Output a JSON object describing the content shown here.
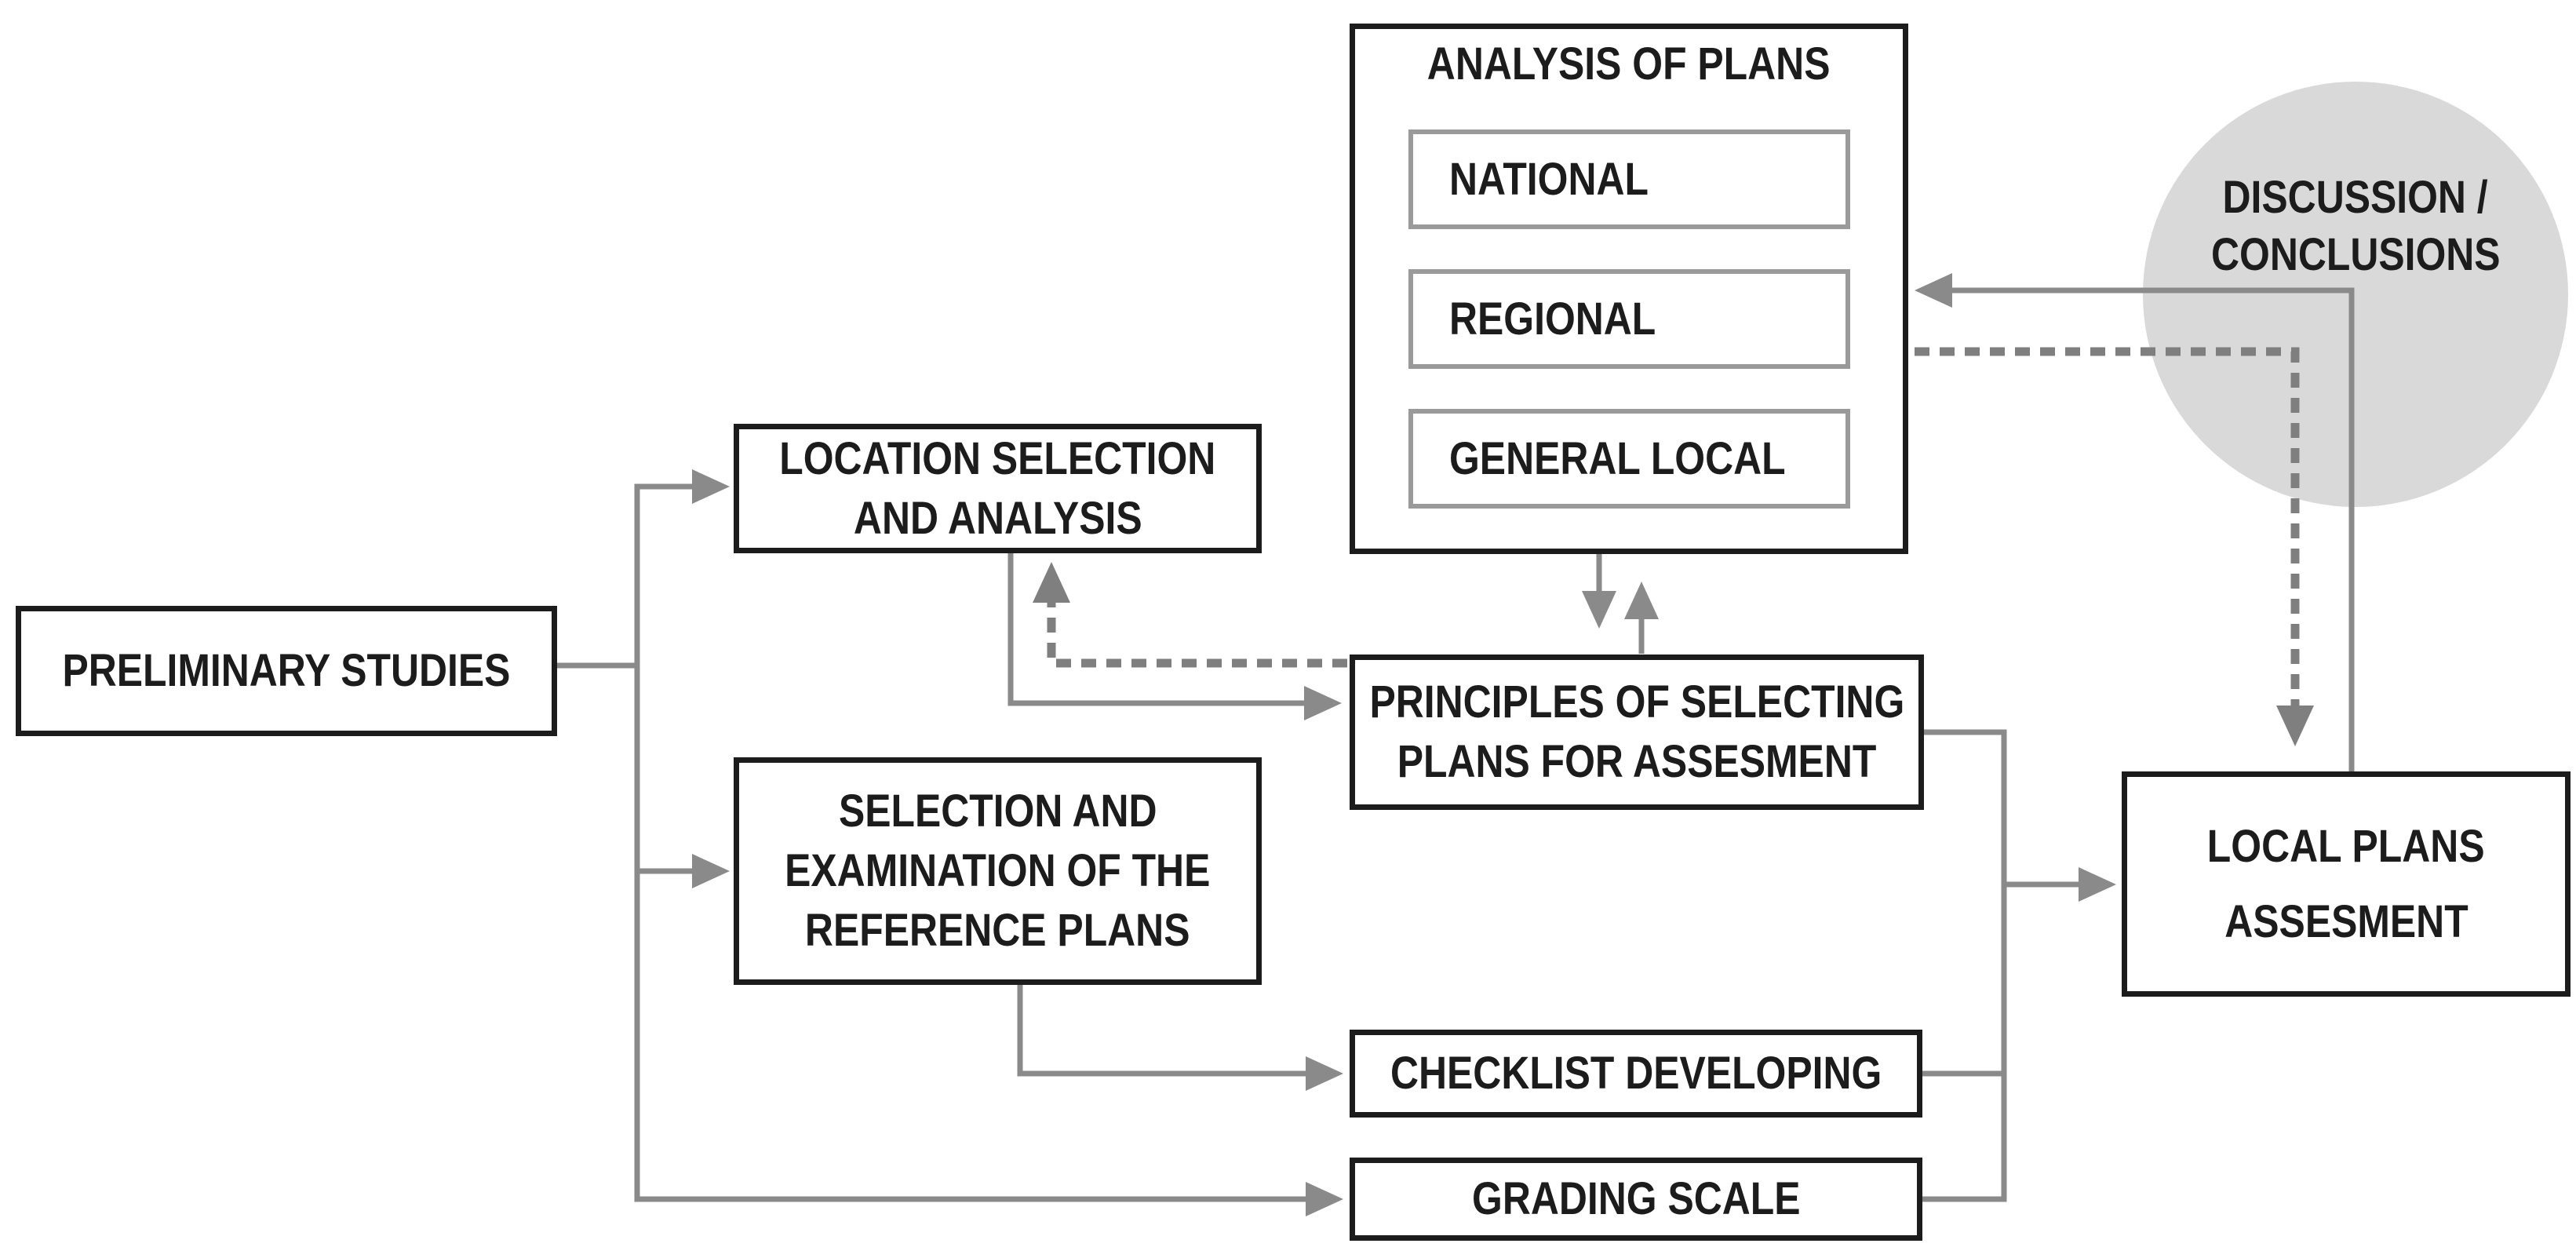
{
  "diagram": {
    "background": "#ffffff",
    "colors": {
      "box_border": "#1c1c1c",
      "text": "#1c1c1c",
      "solid_connector": "#8a8a8a",
      "dashed_connector": "#7f7f7f",
      "subbox_border": "#9a9a9a",
      "circle_fill": "#d9d9d9"
    },
    "nodes": {
      "preliminary_studies": {
        "label": "PRELIMINARY STUDIES"
      },
      "location_selection": {
        "line1": "LOCATION SELECTION",
        "line2": "AND ANALYSIS"
      },
      "selection_examination": {
        "line1": "SELECTION AND",
        "line2": "EXAMINATION OF THE",
        "line3": "REFERENCE PLANS"
      },
      "analysis_of_plans": {
        "title": "ANALYSIS OF PLANS",
        "items": [
          "NATIONAL",
          "REGIONAL",
          "GENERAL LOCAL"
        ]
      },
      "principles": {
        "line1": "PRINCIPLES OF SELECTING",
        "line2": "PLANS FOR ASSESMENT"
      },
      "checklist": {
        "label": "CHECKLIST DEVELOPING"
      },
      "grading": {
        "label": "GRADING SCALE"
      },
      "local_plans": {
        "line1": "LOCAL PLANS",
        "line2": "ASSESMENT"
      },
      "discussion": {
        "line1": "DISCUSSION /",
        "line2": "CONCLUSIONS"
      }
    }
  }
}
